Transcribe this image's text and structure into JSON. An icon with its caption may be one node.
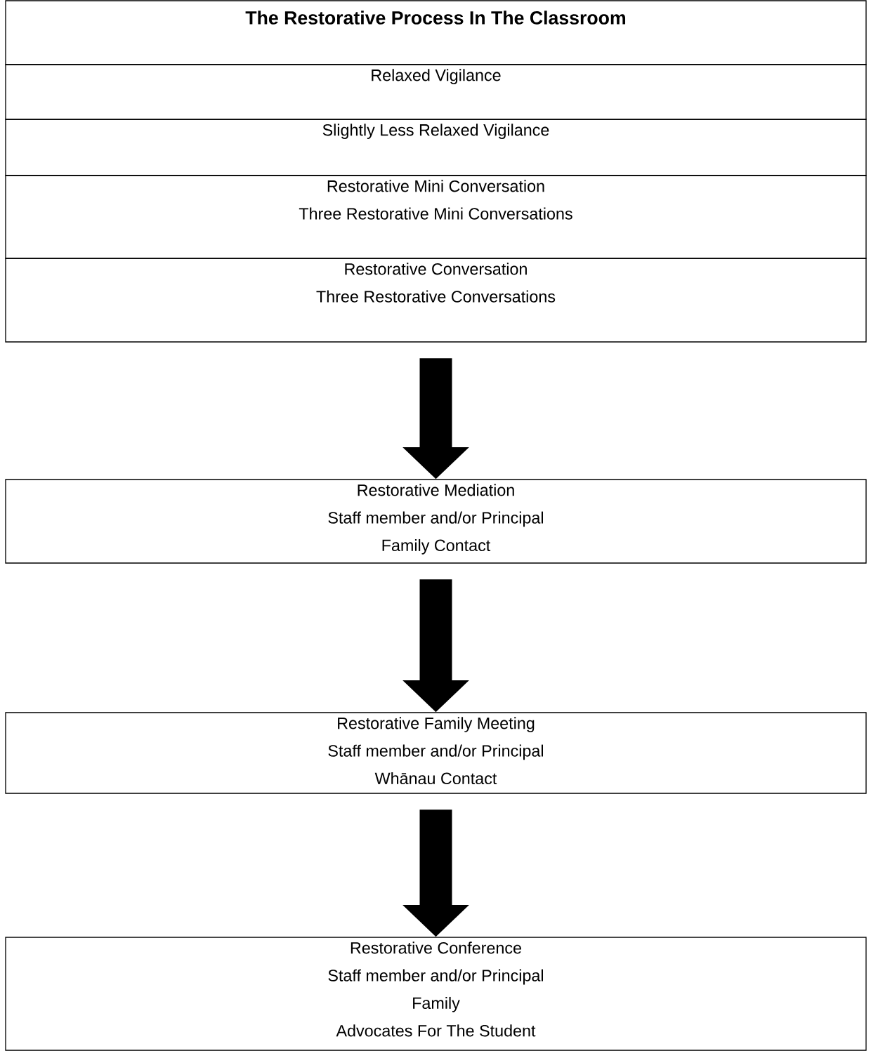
{
  "diagram": {
    "nodes": [
      {
        "text": [
          "The Restorative Process In The Classroom"
        ]
      },
      {
        "text": [
          "Relaxed Vigilance"
        ]
      },
      {
        "text": [
          "Slightly Less Relaxed Vigilance"
        ]
      },
      {
        "text": [
          "Restorative Mini Conversation",
          "Three Restorative Mini Conversations"
        ]
      },
      {
        "text": [
          "Restorative Conversation",
          "Three Restorative Conversations"
        ]
      },
      {
        "text": [
          "Restorative Mediation",
          "Staff member and/or Principal",
          "Family Contact"
        ]
      },
      {
        "text": [
          "Restorative Family Meeting",
          "Staff member and/or Principal",
          "Whānau Contact"
        ]
      },
      {
        "text": [
          "Restorative Conference",
          "Staff member and/or Principal",
          "Family",
          "Advocates For The Student"
        ]
      }
    ],
    "edges": [
      {
        "from": 4,
        "to": 5,
        "arrow": "to"
      },
      {
        "from": 5,
        "to": 6,
        "arrow": "to"
      },
      {
        "from": 6,
        "to": 7,
        "arrow": "to"
      }
    ]
  }
}
